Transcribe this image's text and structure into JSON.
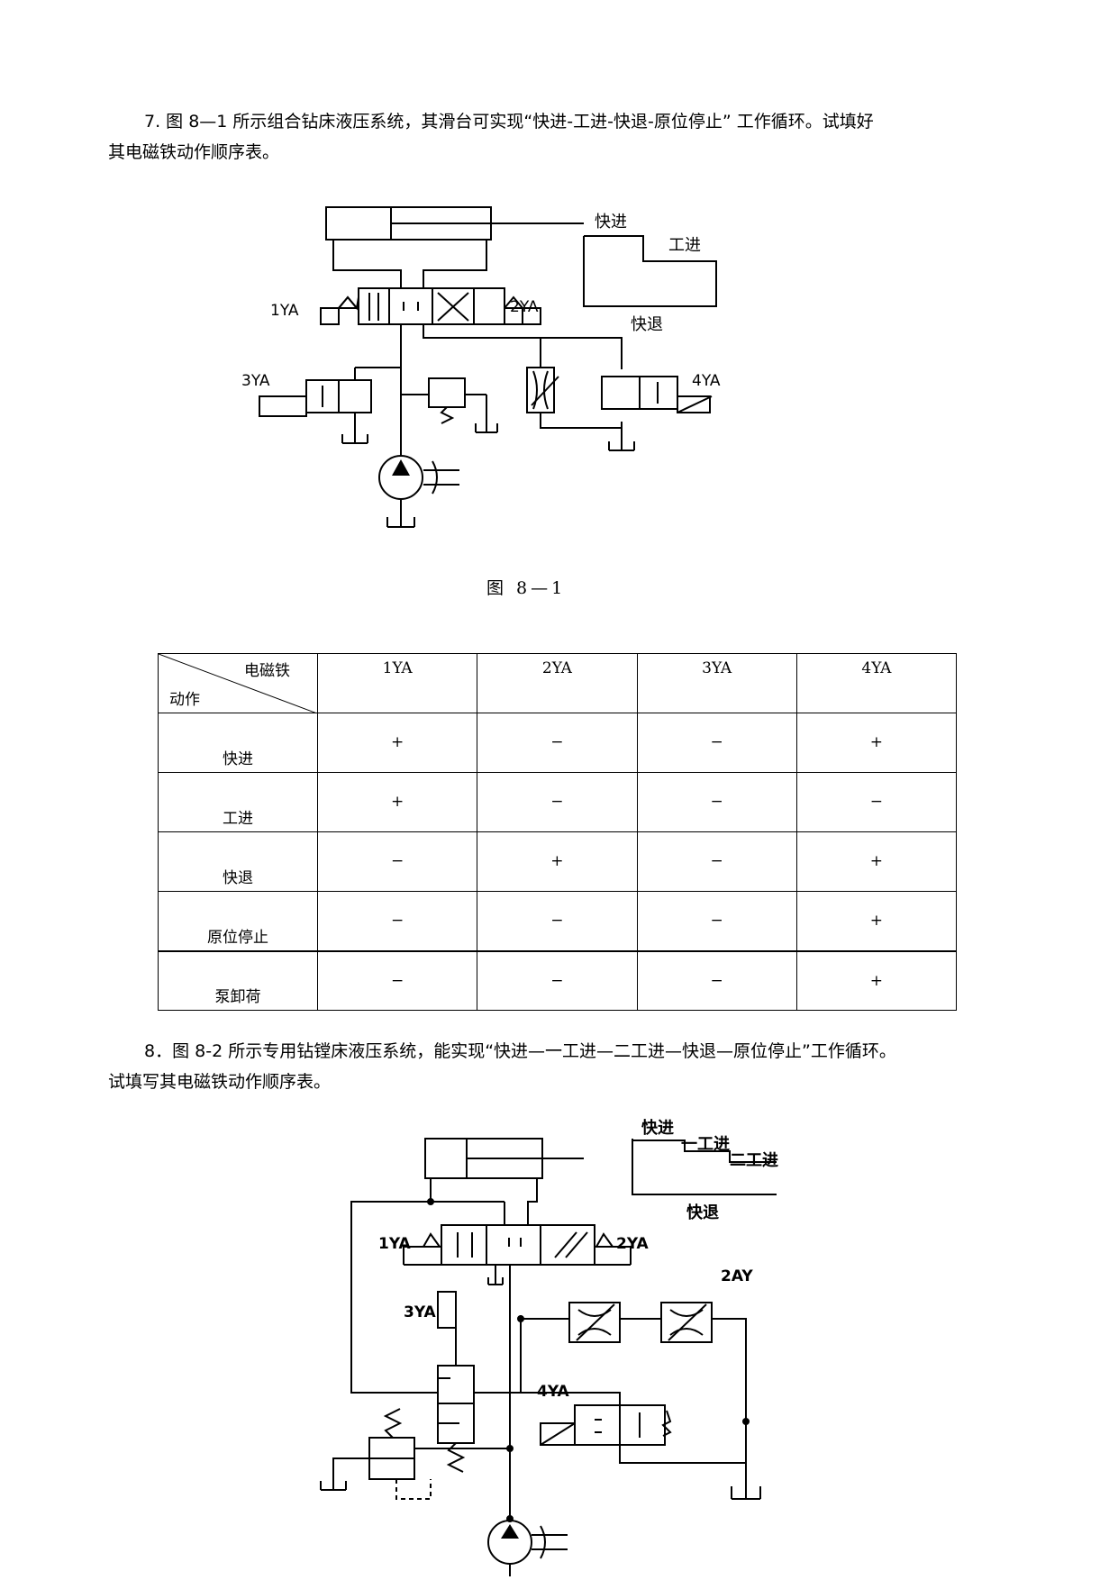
{
  "q7": {
    "line1": "7. 图 8—1 所示组合钻床液压系统，其滑台可实现“快进-工进-快退-原位停止” 工作循环。试填好",
    "line2": "其电磁铁动作顺序表。"
  },
  "fig1": {
    "caption": "图 8—1",
    "labels": {
      "fast_forward": "快进",
      "work_feed": "工进",
      "fast_return": "快退",
      "ya1": "1YA",
      "ya2": "2YA",
      "ya3": "3YA",
      "ya4": "4YA"
    }
  },
  "table": {
    "corner_top": "电磁铁",
    "corner_bottom": "动作",
    "headers": [
      "1YA",
      "2YA",
      "3YA",
      "4YA"
    ],
    "rows": [
      {
        "action": "快进",
        "values": [
          "+",
          "−",
          "−",
          "+"
        ]
      },
      {
        "action": "工进",
        "values": [
          "+",
          "−",
          "−",
          "−"
        ]
      },
      {
        "action": "快退",
        "values": [
          "−",
          "+",
          "−",
          "+"
        ]
      },
      {
        "action": "原位停止",
        "values": [
          "−",
          "−",
          "−",
          "+"
        ]
      },
      {
        "action": "泵卸荷",
        "values": [
          "−",
          "−",
          "−",
          "+"
        ]
      }
    ]
  },
  "q8": {
    "line1": "8．图 8-2 所示专用钻镗床液压系统，能实现“快进—一工进—二工进—快退—原位停止”工作循环。",
    "line2": "试填写其电磁铁动作顺序表。"
  },
  "fig2": {
    "labels": {
      "fast_forward": "快进",
      "work_feed_1": "一工进",
      "work_feed_2": "二工进",
      "fast_return": "快退",
      "ya1": "1YA",
      "ya2": "2YA",
      "ya3": "3YA",
      "ya4": "4YA",
      "ay2": "2AY"
    }
  }
}
